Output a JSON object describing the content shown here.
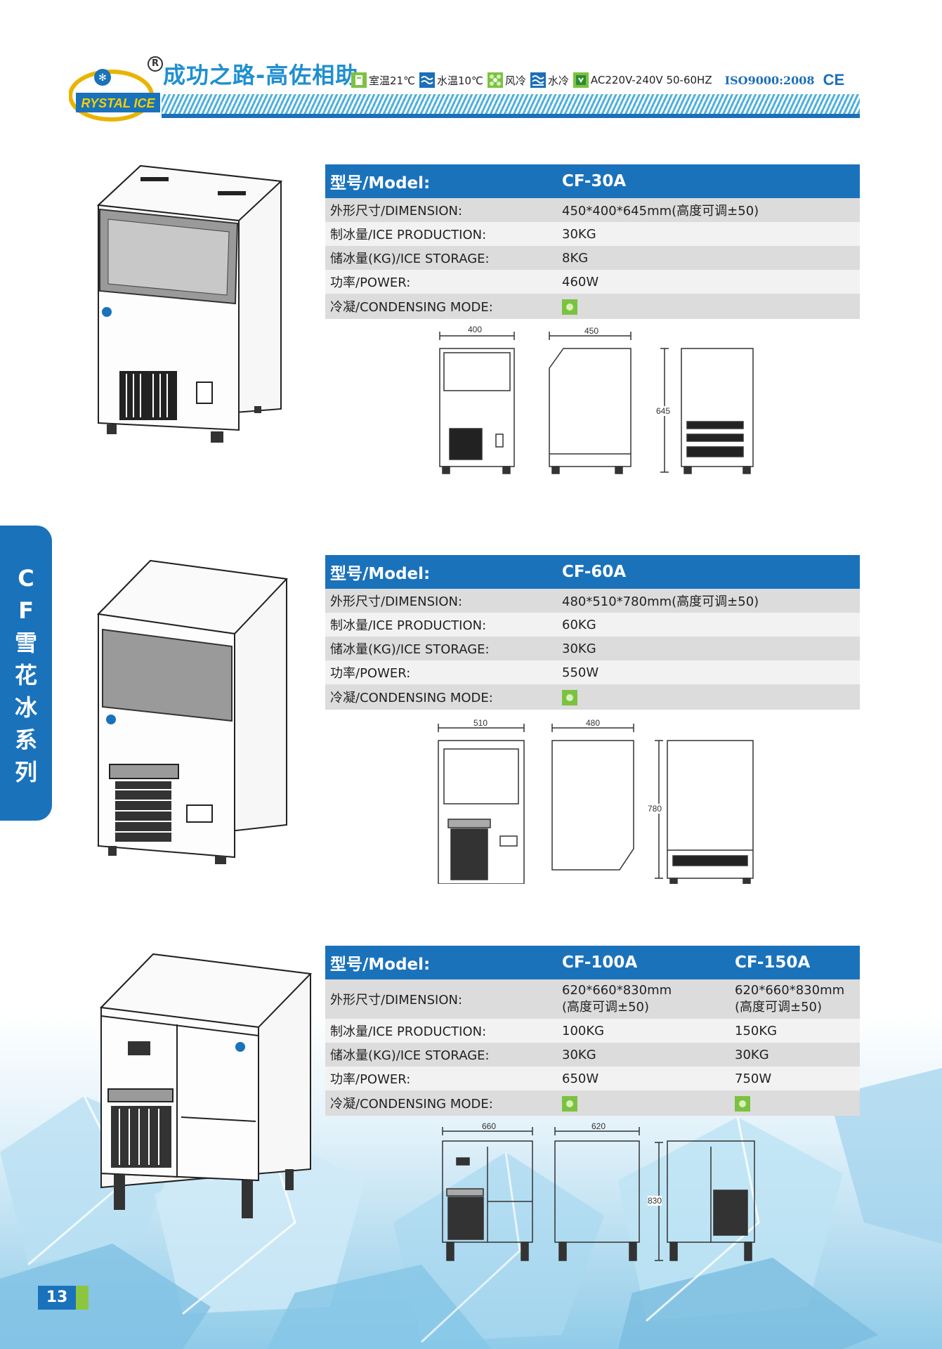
{
  "header": {
    "brand_logo_text": "RYSTAL ICE",
    "registered_mark": "R",
    "slogan": "成功之路-高佐相助",
    "specs": [
      {
        "icon": "room-temp-icon",
        "label": "室温21℃"
      },
      {
        "icon": "water-temp-icon",
        "label": "水温10℃"
      },
      {
        "icon": "air-cooling-icon",
        "label": "风冷"
      },
      {
        "icon": "water-cooling-icon",
        "label": "水冷"
      },
      {
        "icon": "power-icon",
        "label": "AC220V-240V 50-60HZ"
      }
    ],
    "iso": "ISO9000:2008",
    "ce": "CE"
  },
  "side_tab": {
    "chars": [
      "C",
      "F",
      "雪",
      "花",
      "冰",
      "系",
      "列"
    ]
  },
  "labels": {
    "model": "型号/Model:",
    "dimension": "外形尺寸/DIMENSION:",
    "ice_production": "制冰量/ICE PRODUCTION:",
    "ice_storage": "储冰量(KG)/ICE STORAGE:",
    "power": "功率/POWER:",
    "condensing_mode": "冷凝/CONDENSING MODE:"
  },
  "products": [
    {
      "model": "CF-30A",
      "dimension": "450*400*645mm(高度可调±50)",
      "ice_production": "30KG",
      "ice_storage": "8KG",
      "power": "460W",
      "condensing_icon": "air-cooling-icon",
      "drawing_dims": {
        "front_width": "400",
        "side_depth": "450",
        "height": "645"
      }
    },
    {
      "model": "CF-60A",
      "dimension": "480*510*780mm(高度可调±50)",
      "ice_production": "60KG",
      "ice_storage": "30KG",
      "power": "550W",
      "condensing_icon": "air-cooling-icon",
      "drawing_dims": {
        "front_width": "510",
        "side_depth": "480",
        "height": "780"
      }
    }
  ],
  "product_pair": {
    "models": [
      "CF-100A",
      "CF-150A"
    ],
    "dimension_line1": [
      "620*660*830mm",
      "620*660*830mm"
    ],
    "dimension_line2": [
      "(高度可调±50)",
      "(高度可调±50)"
    ],
    "ice_production": [
      "100KG",
      "150KG"
    ],
    "ice_storage": [
      "30KG",
      "30KG"
    ],
    "power": [
      "650W",
      "750W"
    ],
    "condensing_icon": "air-cooling-icon",
    "drawing_dims": {
      "front_width": "660",
      "side_depth": "620",
      "height": "830"
    }
  },
  "page_number": "13",
  "colors": {
    "brand_blue": "#1a72bb",
    "accent_green": "#7cc242",
    "row_dark": "#dcdcdc",
    "row_light": "#f2f2f2"
  }
}
